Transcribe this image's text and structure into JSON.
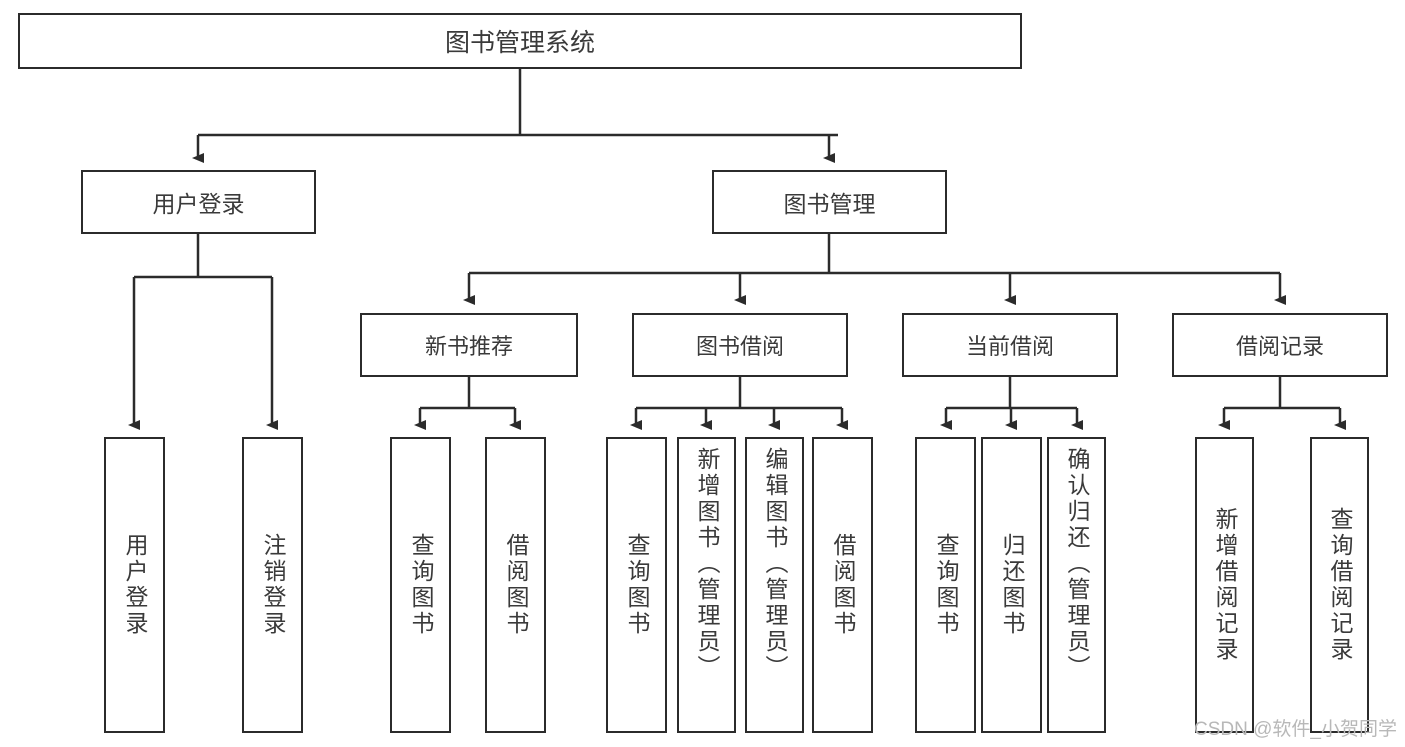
{
  "diagram": {
    "title": "图书管理系统",
    "type": "tree-structure-chart",
    "root": {
      "label": "图书管理系统"
    },
    "level1": [
      {
        "label": "用户登录"
      },
      {
        "label": "图书管理"
      }
    ],
    "level2": [
      {
        "label": "新书推荐"
      },
      {
        "label": "图书借阅"
      },
      {
        "label": "当前借阅"
      },
      {
        "label": "借阅记录"
      }
    ],
    "leaves": {
      "user_login": [
        {
          "label": "用户登录"
        },
        {
          "label": "注销登录"
        }
      ],
      "new_book_recommend": [
        {
          "label": "查询图书"
        },
        {
          "label": "借阅图书"
        }
      ],
      "book_borrow": [
        {
          "label": "查询图书"
        },
        {
          "label": "新增图书（管理员）"
        },
        {
          "label": "编辑图书（管理员）"
        },
        {
          "label": "借阅图书"
        }
      ],
      "current_borrow": [
        {
          "label": "查询图书"
        },
        {
          "label": "归还图书"
        },
        {
          "label": "确认归还（管理员）"
        }
      ],
      "borrow_record": [
        {
          "label": "新增借阅记录"
        },
        {
          "label": "查询借阅记录"
        }
      ]
    }
  },
  "watermark": {
    "text": "CSDN @软件_小贺同学"
  },
  "colors": {
    "border": "#2b2b2b",
    "text": "#3a3a3a",
    "background": "#ffffff",
    "watermark": "#b8b8b8"
  }
}
